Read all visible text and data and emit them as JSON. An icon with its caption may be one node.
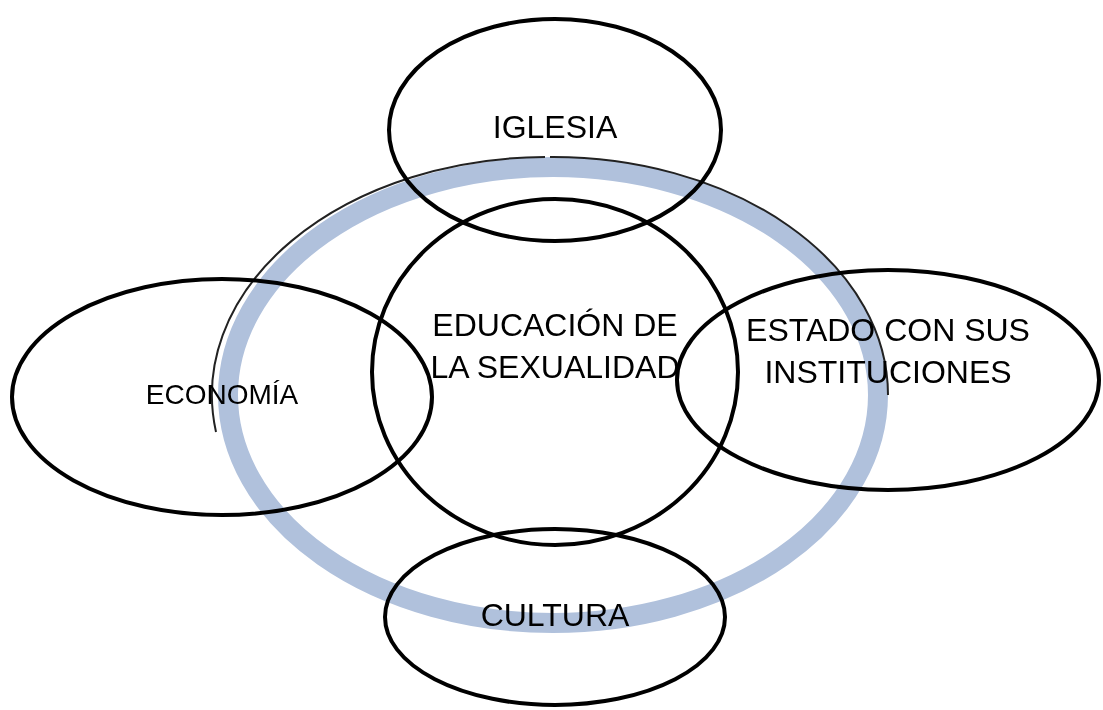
{
  "diagram": {
    "nodes": [
      {
        "text": [
          "IGLESIA"
        ]
      },
      {
        "text": [
          "ECONOMÍA"
        ]
      },
      {
        "text": [
          "EDUCACIÓN DE LA SEXUALIDAD"
        ]
      },
      {
        "text": [
          "ESTADO CON SUS INSTITUCIONES"
        ]
      },
      {
        "text": [
          "CULTURA"
        ]
      }
    ]
  }
}
